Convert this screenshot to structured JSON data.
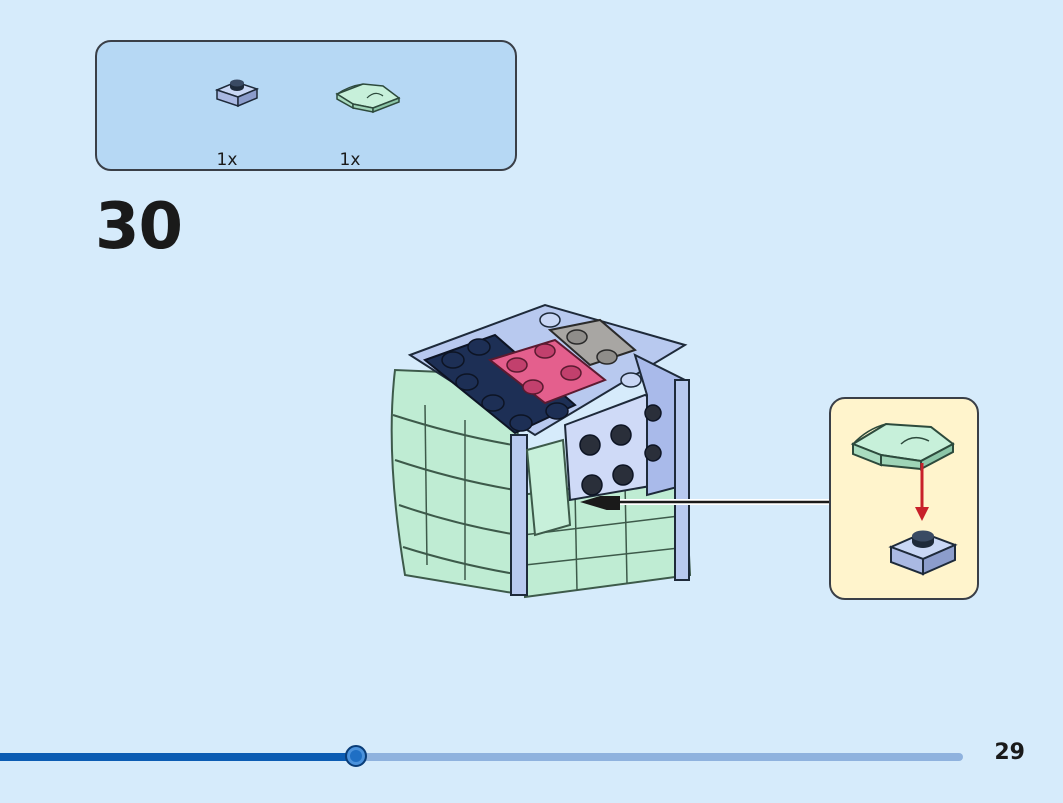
{
  "parts_list": {
    "items": [
      {
        "name": "plate-1x1-light-blue",
        "quantity": "1x",
        "color": "#b8c9ef"
      },
      {
        "name": "curved-slope-transparent-green",
        "quantity": "1x",
        "color": "#bfeed5"
      }
    ]
  },
  "step": {
    "number": "30"
  },
  "callout": {
    "arrow_color": "#c8202a"
  },
  "progress": {
    "fraction": 0.37
  },
  "page": {
    "number": "29"
  },
  "colors": {
    "background": "#d6ebfb",
    "parts_panel": "#b6d8f4",
    "callout_panel": "#fff4cc",
    "progress_fill": "#0c5cb3",
    "progress_track": "#8fb2de"
  }
}
